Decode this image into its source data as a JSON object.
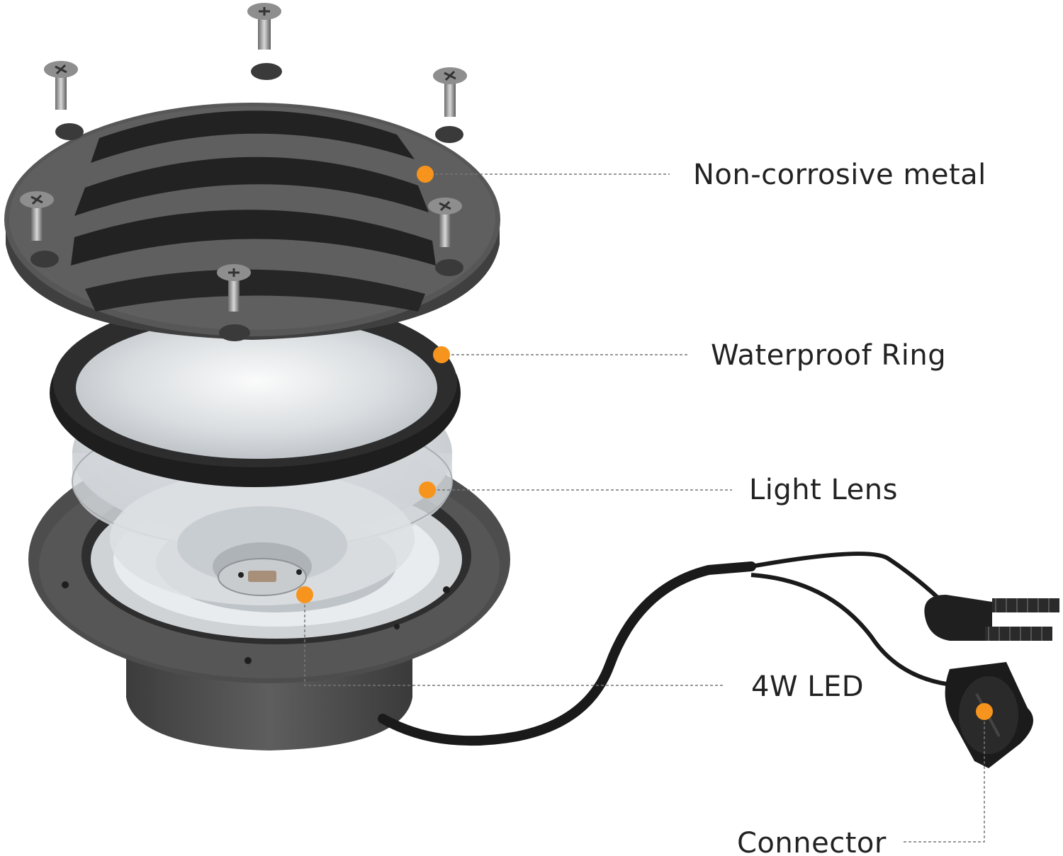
{
  "labels": {
    "metal": "Non-corrosive metal",
    "ring": "Waterproof Ring",
    "lens": "Light Lens",
    "led": "4W LED",
    "connector": "Connector"
  },
  "colors": {
    "accent": "#F7941D",
    "leader": "#777777",
    "metal_dark": "#4a4a4a",
    "metal_mid": "#5c5c5c",
    "rubber": "#262626",
    "text": "#222222"
  }
}
